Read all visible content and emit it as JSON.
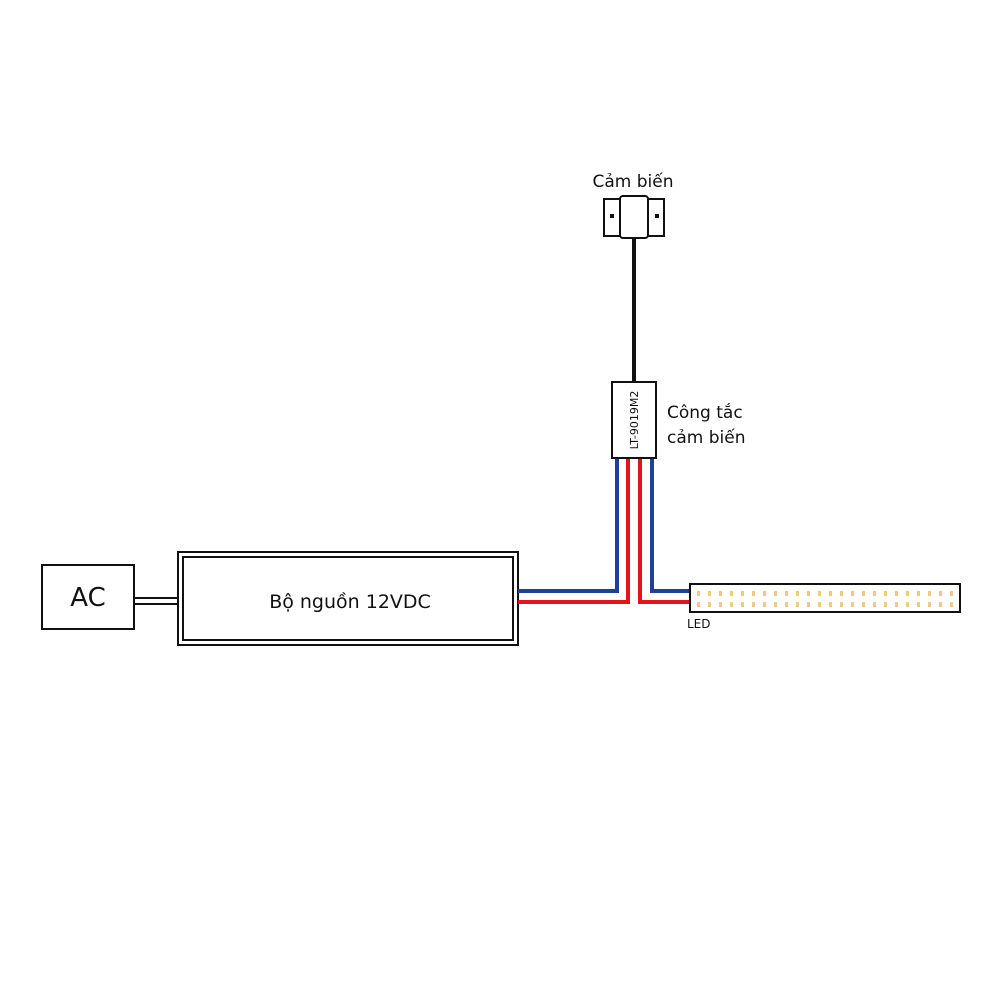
{
  "labels": {
    "ac": "AC",
    "power_supply": "Bộ nguồn 12VDC",
    "sensor": "Cảm biến",
    "switch_model": "LT-9019M2",
    "switch_name_line1": "Công tắc",
    "switch_name_line2": "cảm biến",
    "led": "LED"
  },
  "colors": {
    "outline": "#111111",
    "wire_positive": "#e3141b",
    "wire_negative": "#1f3f9a",
    "sensor_cable": "#111111",
    "led_chip": "#f3c97e"
  },
  "led_strip": {
    "chip_count": 24
  }
}
